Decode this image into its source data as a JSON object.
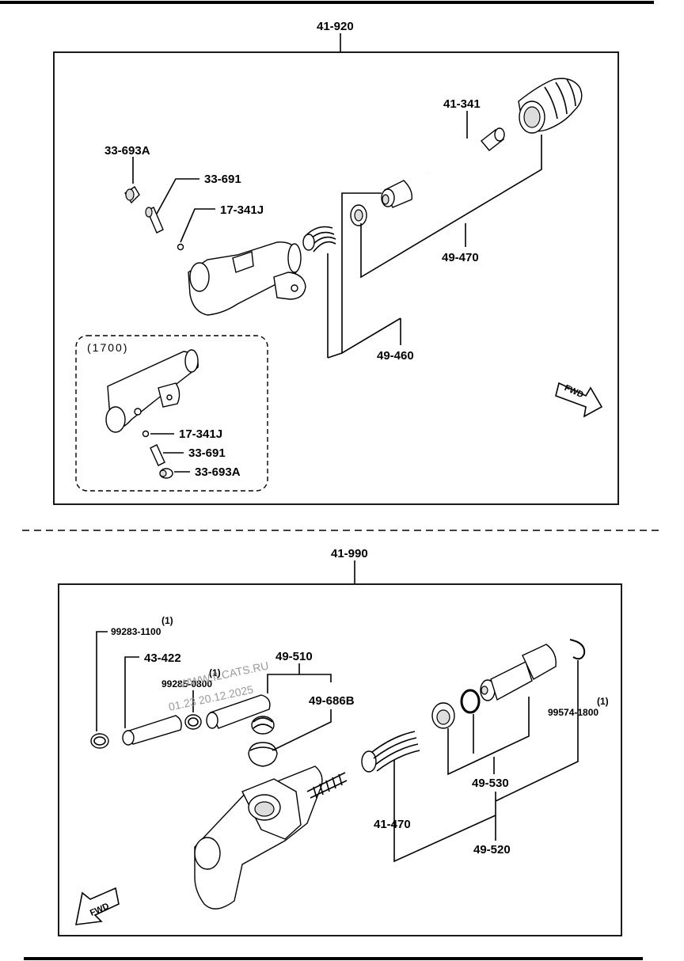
{
  "top": {
    "assembly_label": "41-920",
    "labels": {
      "p41_341": "41-341",
      "p33_693a": "33-693A",
      "p33_691": "33-691",
      "p17_341j": "17-341J",
      "p49_470": "49-470",
      "p49_460": "49-460"
    },
    "variant": {
      "title": "(1700)",
      "p17_341j": "17-341J",
      "p33_691": "33-691",
      "p33_693a": "33-693A"
    },
    "fwd": "FWD"
  },
  "bottom": {
    "assembly_label": "41-990",
    "labels": {
      "p99283_1100": "99283-1100",
      "p99283_1100_note": "(1)",
      "p43_422": "43-422",
      "p99285_0800": "99285-0800",
      "p99285_0800_note": "(1)",
      "p49_510": "49-510",
      "p49_686b": "49-686B",
      "p99574_1800": "99574-1800",
      "p99574_1800_note": "(1)",
      "p41_470": "41-470",
      "p49_530": "49-530",
      "p49_520": "49-520"
    },
    "fwd": "FWD"
  },
  "watermark": {
    "line1": "WWW.ILCATS.RU",
    "line2": "01.23 20.12.2025"
  }
}
